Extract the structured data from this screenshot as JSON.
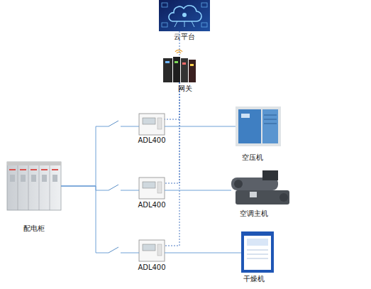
{
  "diagram": {
    "nodes": [
      {
        "text": [
          "云平台"
        ]
      },
      {
        "text": [
          "网关"
        ]
      },
      {
        "text": [
          "配电柜"
        ]
      },
      {
        "text": [
          "ADL400"
        ]
      },
      {
        "text": [
          "ADL400"
        ]
      },
      {
        "text": [
          "ADL400"
        ]
      },
      {
        "text": [
          "空压机"
        ]
      },
      {
        "text": [
          "空调主机"
        ]
      },
      {
        "text": [
          "干燥机"
        ]
      }
    ],
    "edges": [
      {
        "from": 1,
        "to": 0,
        "arrow": "none"
      },
      {
        "from": 1,
        "to": 3,
        "arrow": "none"
      },
      {
        "from": 1,
        "to": 4,
        "arrow": "none"
      },
      {
        "from": 1,
        "to": 5,
        "arrow": "none"
      },
      {
        "from": 2,
        "to": 3,
        "arrow": "none"
      },
      {
        "from": 2,
        "to": 4,
        "arrow": "none"
      },
      {
        "from": 2,
        "to": 5,
        "arrow": "none"
      },
      {
        "from": 3,
        "to": 6,
        "arrow": "none"
      },
      {
        "from": 4,
        "to": 7,
        "arrow": "none"
      },
      {
        "from": 5,
        "to": 8,
        "arrow": "none"
      }
    ]
  }
}
